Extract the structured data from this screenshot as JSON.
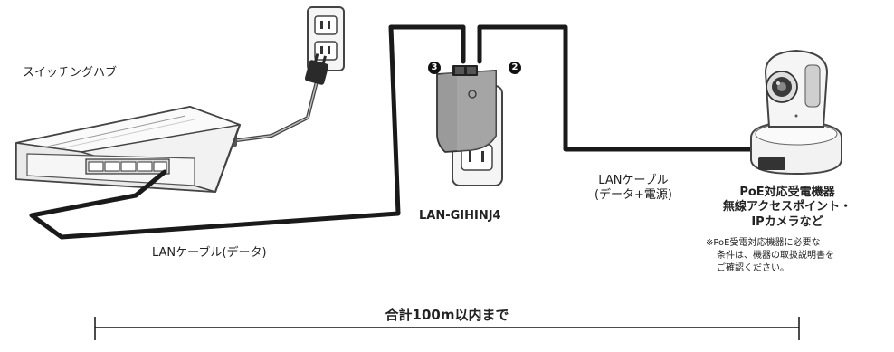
{
  "labels": {
    "hub": "スイッチングハブ",
    "cable_data": "LANケーブル(データ)",
    "cable_power_line1": "LANケーブル",
    "cable_power_line2": "(データ+電源)",
    "injector": "LAN-GIHINJ4",
    "device_title": "PoE対応受電機器",
    "device_line2": "無線アクセスポイント・",
    "device_line3": "IPカメラなど",
    "note_line1": "※PoE受電対応機器に必要な",
    "note_line2": "条件は、機器の取扱説明書を",
    "note_line3": "ご確認ください。",
    "distance": "合計100m以内まで"
  },
  "badges": {
    "port3": "3",
    "port2": "2"
  },
  "colors": {
    "cable": "#1a1a1a",
    "device_fill": "#f2f2f2",
    "device_stroke": "#4a4a4a",
    "injector_fill": "#9a9a9a",
    "outlet_fill": "#f5f5f5"
  }
}
